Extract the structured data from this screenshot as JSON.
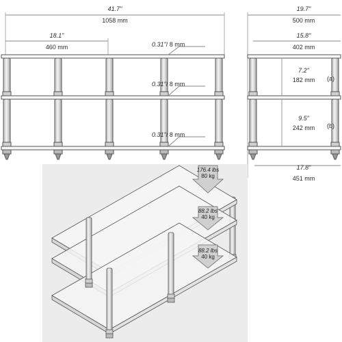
{
  "front_view": {
    "overall_width": {
      "inches": "41.7\"",
      "mm": "1058 mm"
    },
    "post_spacing": {
      "inches": "18.1\"",
      "mm": "460 mm"
    },
    "shelf_thickness": [
      {
        "inches": "0.31\"",
        "mm": "/ 8 mm"
      },
      {
        "inches": "0.31\"",
        "mm": "/ 8 mm"
      },
      {
        "inches": "0.31\"",
        "mm": "/ 8 mm"
      }
    ]
  },
  "side_view": {
    "overall_depth": {
      "inches": "19.7\"",
      "mm": "500 mm"
    },
    "shelf_depth": {
      "inches": "15.8\"",
      "mm": "402 mm"
    },
    "gap_a": {
      "inches": "7.2\"",
      "mm": "182 mm",
      "tag": "(a)"
    },
    "gap_b": {
      "inches": "9.5\"",
      "mm": "242 mm",
      "tag": "(b)"
    },
    "foot_depth": {
      "inches": "17.8\"",
      "mm": "451 mm"
    }
  },
  "loads": [
    {
      "lbs": "176.4 lbs",
      "kg": "80 kg"
    },
    {
      "lbs": "88.2 lbs",
      "kg": "40 kg"
    },
    {
      "lbs": "88.2 lbs",
      "kg": "40 kg"
    }
  ],
  "colors": {
    "line": "#4a4a4a",
    "dim_line": "#8a8a8a",
    "iso_bg": "#ececec",
    "glass": "#f4f4f4",
    "post": "#dcdcdc"
  }
}
